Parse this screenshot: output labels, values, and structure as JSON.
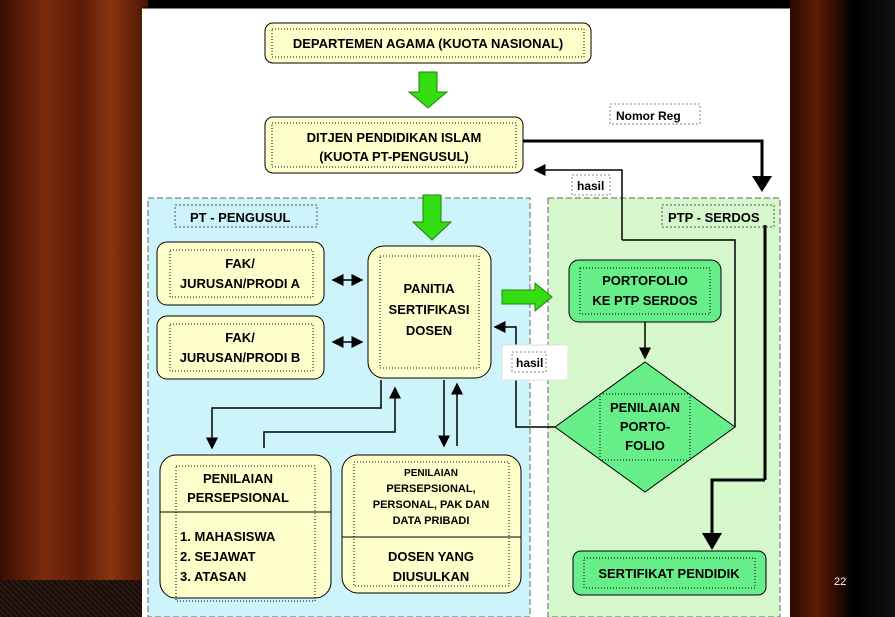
{
  "diagram": {
    "top_box": "DEPARTEMEN AGAMA (KUOTA NASIONAL)",
    "ditjen_line1": "DITJEN PENDIDIKAN ISLAM",
    "ditjen_line2": "(KUOTA PT-PENGUSUL)",
    "nomor_reg": "Nomor Reg",
    "hasil_top": "hasil",
    "hasil_mid": "hasil",
    "region_left": "PT - PENGUSUL",
    "region_right": "PTP - SERDOS",
    "fak_a_line1": "FAK/",
    "fak_a_line2": "JURUSAN/PRODI A",
    "fak_b_line1": "FAK/",
    "fak_b_line2": "JURUSAN/PRODI B",
    "panitia_line1": "PANITIA",
    "panitia_line2": "SERTIFIKASI",
    "panitia_line3": "DOSEN",
    "portofolio_line1": "PORTOFOLIO",
    "portofolio_line2": "KE PTP SERDOS",
    "penilaian_port_line1": "PENILAIAN",
    "penilaian_port_line2": "PORTO-",
    "penilaian_port_line3": "FOLIO",
    "persepsional_line1": "PENILAIAN",
    "persepsional_line2": "PERSEPSIONAL",
    "list_1": "1.   MAHASISWA",
    "list_2": "2.   SEJAWAT",
    "list_3": "3.   ATASAN",
    "pers_box_line1": "PENILAIAN",
    "pers_box_line2": "PERSEPSIONAL,",
    "pers_box_line3": "PERSONAL, PAK DAN",
    "pers_box_line4": "DATA PRIBADI",
    "dosen_line1": "DOSEN YANG",
    "dosen_line2": "DIUSULKAN",
    "sertifikat": "SERTIFIKAT PENDIDIK"
  },
  "page_number": "22",
  "colors": {
    "box_fill": "#ffffcc",
    "left_region": "#cdf3fb",
    "right_region": "#d6f7cc",
    "green_arrow": "#33dd11",
    "diamond": "#66ee88"
  }
}
